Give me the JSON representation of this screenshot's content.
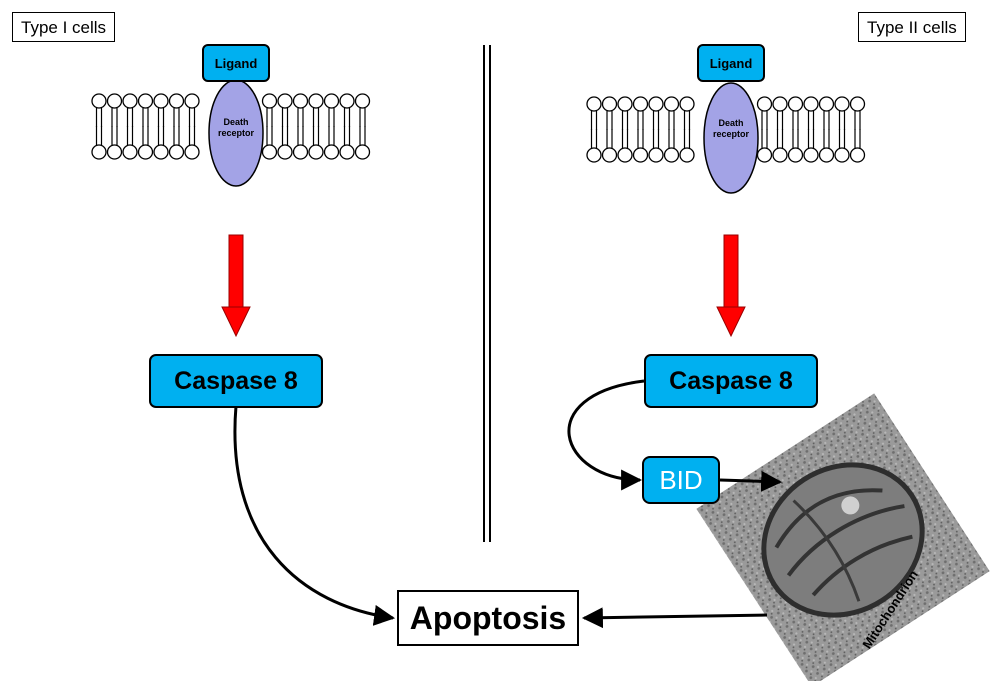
{
  "left_panel": {
    "title": "Type I cells"
  },
  "right_panel": {
    "title": "Type II cells"
  },
  "membrane": {
    "ligand": "Ligand",
    "receptor_line1": "Death",
    "receptor_line2": "receptor"
  },
  "nodes": {
    "caspase_left": "Caspase 8",
    "caspase_right": "Caspase 8",
    "bid": "BID",
    "apoptosis": "Apoptosis",
    "mitochondrion": "Mitochondrion"
  },
  "colors": {
    "pill_fill": "#00b0f0",
    "receptor_fill": "#a3a3e6",
    "arrow_red": "#ff0000"
  },
  "icons": [
    "lipid-bilayer-icon",
    "death-receptor-icon",
    "mitochondrion-image"
  ]
}
